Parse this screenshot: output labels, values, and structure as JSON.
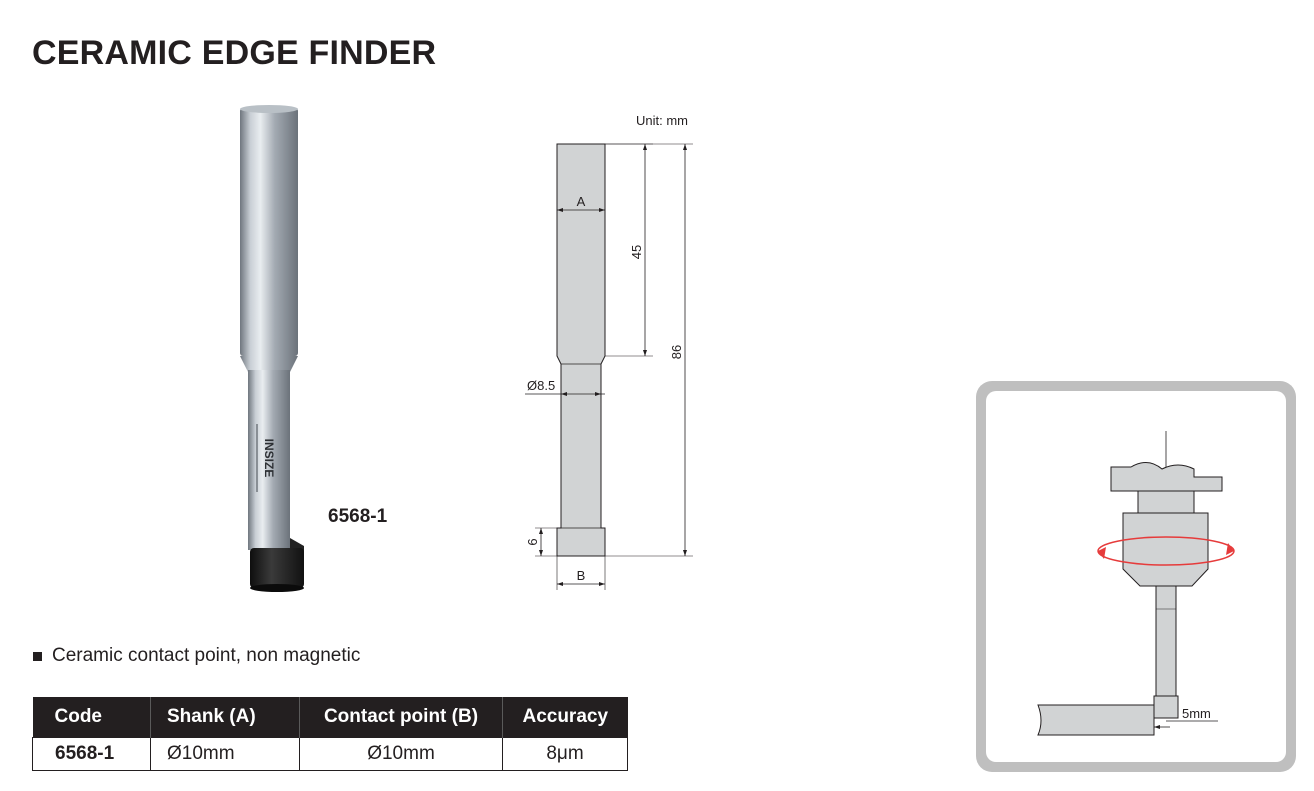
{
  "page": {
    "title": "CERAMIC EDGE FINDER"
  },
  "product": {
    "model": "6568-1",
    "brand_engraving": "INSIZE",
    "colors": {
      "steel": "#a6adb5",
      "ceramic_tip": "#1c1c1c",
      "table_header": "#231f20",
      "frame": "#bfbfbf",
      "rotation_arrow": "#e63b3b"
    }
  },
  "drawing": {
    "unit": "Unit: mm",
    "label_a": "A",
    "label_b": "B",
    "dim_45": "45",
    "dim_86": "86",
    "dim_diameter": "Ø8.5",
    "dim_6": "6"
  },
  "features": [
    "Ceramic contact point, non magnetic"
  ],
  "table": {
    "headers": [
      "Code",
      "Shank (A)",
      "Contact point (B)",
      "Accuracy"
    ],
    "rows": [
      [
        "6568-1",
        "Ø10mm",
        "Ø10mm",
        "8μm"
      ]
    ]
  },
  "usage": {
    "offset_label": "5mm"
  }
}
